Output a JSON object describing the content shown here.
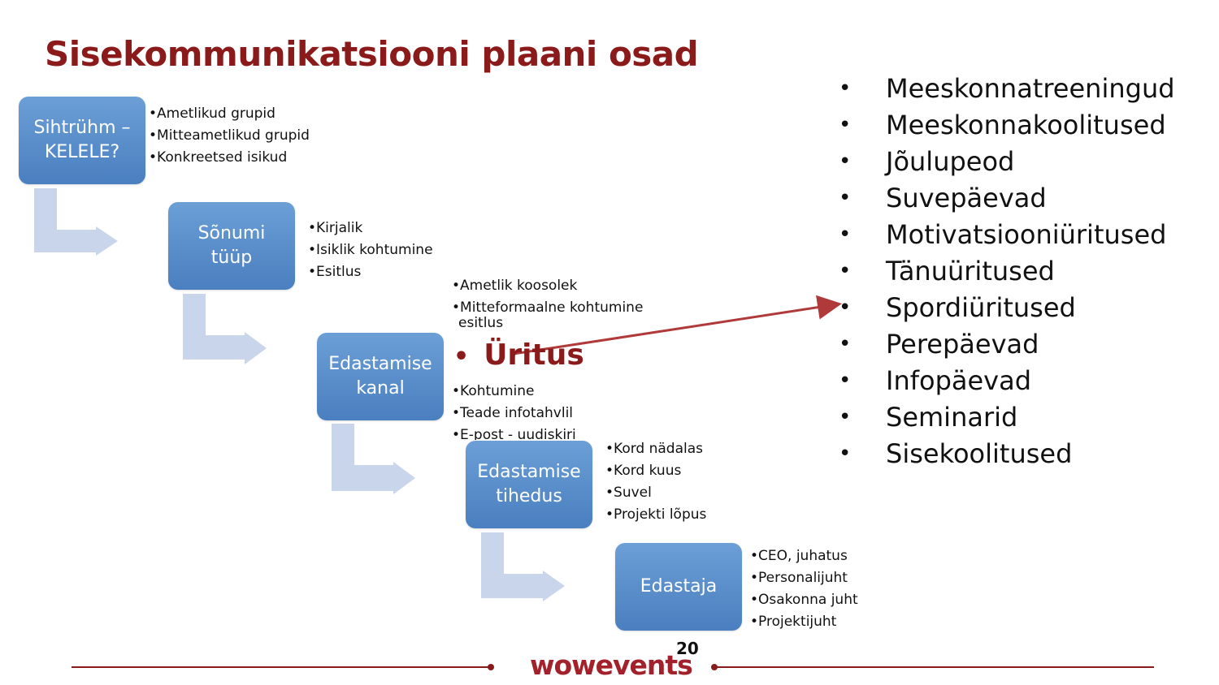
{
  "title": "Sisekommunikatsiooni plaani osad",
  "steps": [
    {
      "line1": "Sihtrühm –",
      "line2": "KELELE?",
      "bullets": [
        "•Ametlikud grupid",
        "•Mitteametlikud grupid",
        "•Konkreetsed isikud"
      ]
    },
    {
      "line1": "Sõnumi",
      "line2": "tüüp",
      "bullets": [
        "•Kirjalik",
        "•Isiklik kohtumine",
        "•Esitlus"
      ]
    },
    {
      "line1": "Edastamise",
      "line2": "kanal",
      "bullets_above": [
        "•Ametlik koosolek",
        "•Mitteformaalne kohtumine"
      ],
      "bullets_above_cont": "esitlus",
      "bullets_below": [
        "•Kohtumine",
        "•Teade infotahvlil",
        "•E-post - uudiskiri"
      ]
    },
    {
      "line1": "Edastamise",
      "line2": "tihedus",
      "bullets": [
        "•Kord nädalas",
        "•Kord kuus",
        "•Suvel",
        "•Projekti lõpus"
      ]
    },
    {
      "line1": "Edastaja",
      "line2": "",
      "bullets": [
        "•CEO, juhatus",
        "•Personalijuht",
        "•Osakonna juht",
        "•Projektijuht"
      ]
    }
  ],
  "event": {
    "bullet": "•",
    "label": "Üritus"
  },
  "event_list": {
    "bullet": "•",
    "items": [
      "Meeskonnatreeningud",
      "Meeskonnakoolitused",
      "Jõulupeod",
      "Suvepäevad",
      "Motivatsiooniüritused",
      "Tänuüritused",
      "Spordiüritused",
      "Perepäevad",
      "Infopäevad",
      "Seminarid",
      "Sisekoolitused"
    ]
  },
  "footer": {
    "logo": "wowevents",
    "page_number": "20"
  },
  "colors": {
    "title": "#8b1a1a",
    "box": "#4f86c6",
    "connector": "#c7d3e8",
    "arrow": "#b03a3a",
    "footer_line": "#8b1a1a"
  }
}
